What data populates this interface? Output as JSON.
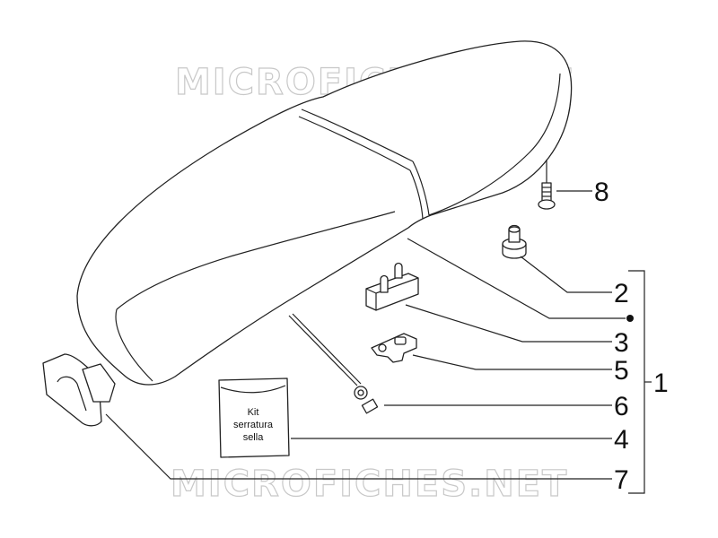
{
  "watermark": {
    "text": "MICROFICHES.NET"
  },
  "kit_package": {
    "line1": "Kit",
    "line2": "serratura",
    "line3": "sella"
  },
  "callouts": {
    "c1": "1",
    "c2": "2",
    "c3": "3",
    "c4": "4",
    "c5": "5",
    "c6": "6",
    "c7": "7",
    "c8": "8"
  }
}
